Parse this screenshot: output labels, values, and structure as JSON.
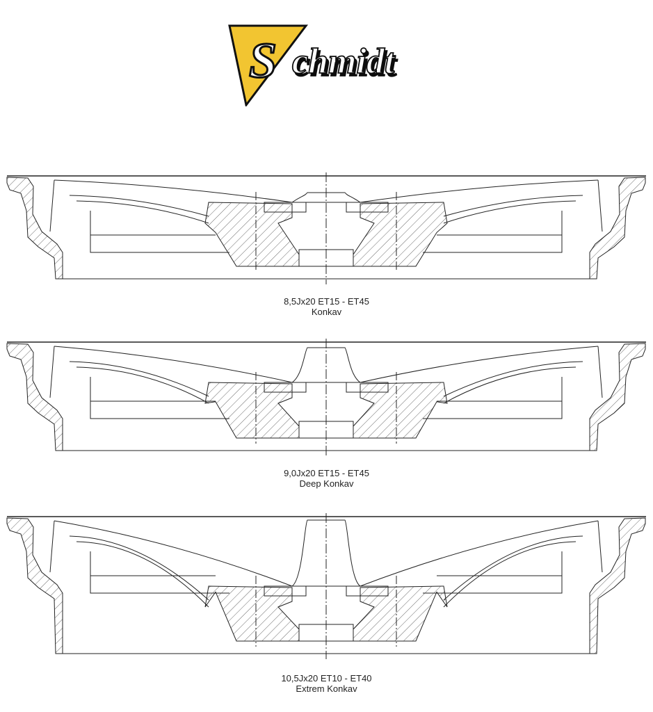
{
  "logo": {
    "text": "Schmidt",
    "colors": {
      "triangle": "#f2c531",
      "outline": "#111111"
    }
  },
  "profiles": [
    {
      "spec": "8,5Jx20 ET15 - ET45",
      "name": "Konkav",
      "concavity": "low"
    },
    {
      "spec": "9,0Jx20 ET15 - ET45",
      "name": "Deep Konkav",
      "concavity": "medium"
    },
    {
      "spec": "10,5Jx20 ET10 - ET40",
      "name": "Extrem Konkav",
      "concavity": "high"
    }
  ],
  "colors": {
    "line": "#222222",
    "background": "#ffffff"
  }
}
